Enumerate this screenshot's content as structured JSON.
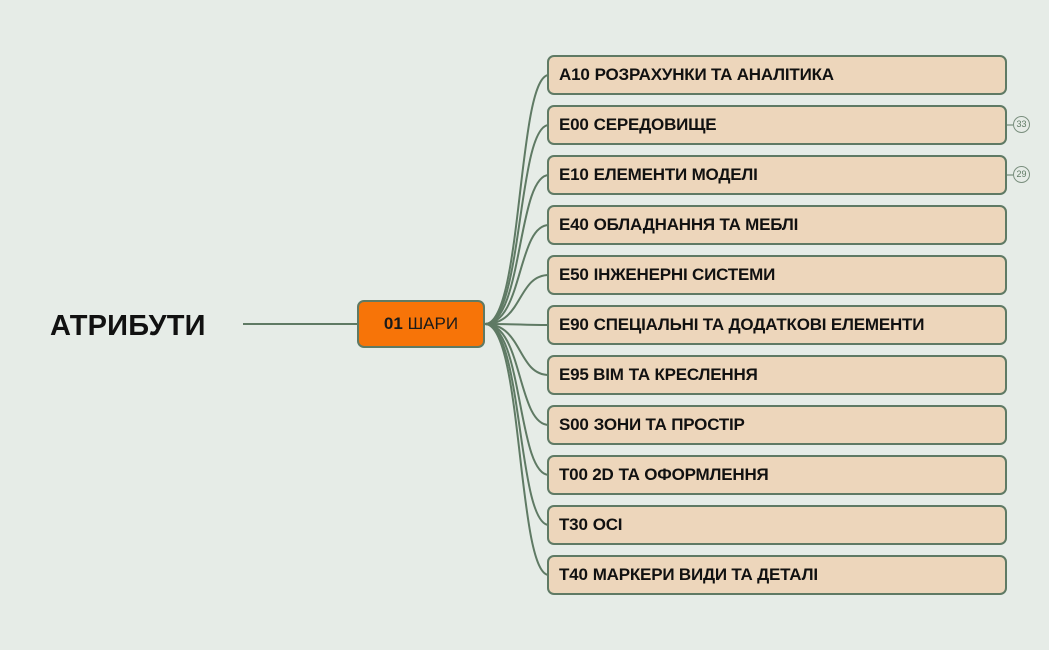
{
  "root": {
    "label": "АТРИБУТИ"
  },
  "hub": {
    "code": "01",
    "label": "ШАРИ"
  },
  "branches": [
    {
      "code": "A10",
      "label": "РОЗРАХУНКИ ТА АНАЛІТИКА",
      "count": ""
    },
    {
      "code": "E00",
      "label": "СЕРЕДОВИЩЕ",
      "count": "33"
    },
    {
      "code": "E10",
      "label": "ЕЛЕМЕНТИ МОДЕЛІ",
      "count": "29"
    },
    {
      "code": "E40",
      "label": "ОБЛАДНАННЯ ТА МЕБЛІ",
      "count": ""
    },
    {
      "code": "E50",
      "label": "ІНЖЕНЕРНІ СИСТЕМИ",
      "count": ""
    },
    {
      "code": "E90",
      "label": "СПЕЦІАЛЬНІ ТА ДОДАТКОВІ ЕЛЕМЕНТИ",
      "count": ""
    },
    {
      "code": "E95 BIM",
      "label": "ТА КРЕСЛЕННЯ",
      "count": ""
    },
    {
      "code": "S00",
      "label": "ЗОНИ ТА ПРОСТІР",
      "count": ""
    },
    {
      "code": "T00 2D",
      "label": "ТА ОФОРМЛЕННЯ",
      "count": ""
    },
    {
      "code": "T30",
      "label": "ОСІ",
      "count": ""
    },
    {
      "code": "T40",
      "label": "МАРКЕРИ ВИДИ ТА ДЕТАЛІ",
      "count": ""
    }
  ],
  "colors": {
    "background": "#e6ece7",
    "connector": "#5f7a64",
    "hub_fill": "#f77408",
    "leaf_fill": "#edd6bb"
  }
}
